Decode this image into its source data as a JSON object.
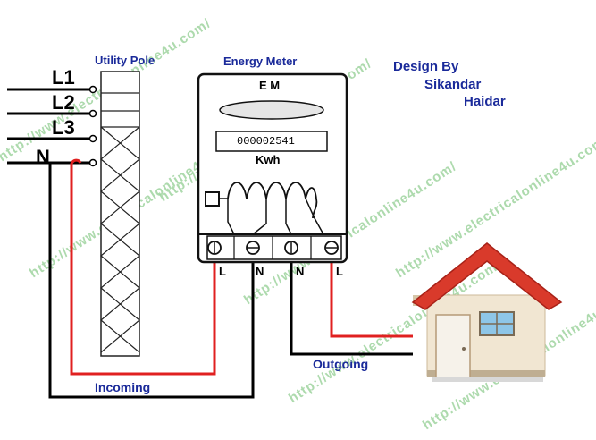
{
  "phase_labels": [
    "L1",
    "L2",
    "L3",
    "N"
  ],
  "utility_pole_label": "Utility Pole",
  "energy_meter_label": "Energy Meter",
  "meter": {
    "title": "E M",
    "reading": "000002541",
    "unit": "Kwh",
    "terminals": [
      "L",
      "N",
      "N",
      "L"
    ]
  },
  "incoming_label": "Incoming",
  "outgoing_label": "Outgoing",
  "credit": {
    "line1": "Design By",
    "line2": "Sikandar",
    "line3": "Haidar"
  },
  "watermark": "http://www.electricalonline4u.com/",
  "colors": {
    "line_wire": "#e02020",
    "neutral_wire": "#000000",
    "label_blue": "#1a2a9a",
    "watermark": "#9fd49f",
    "roof": "#d93a2b",
    "house_wall": "#f1e6d2"
  }
}
